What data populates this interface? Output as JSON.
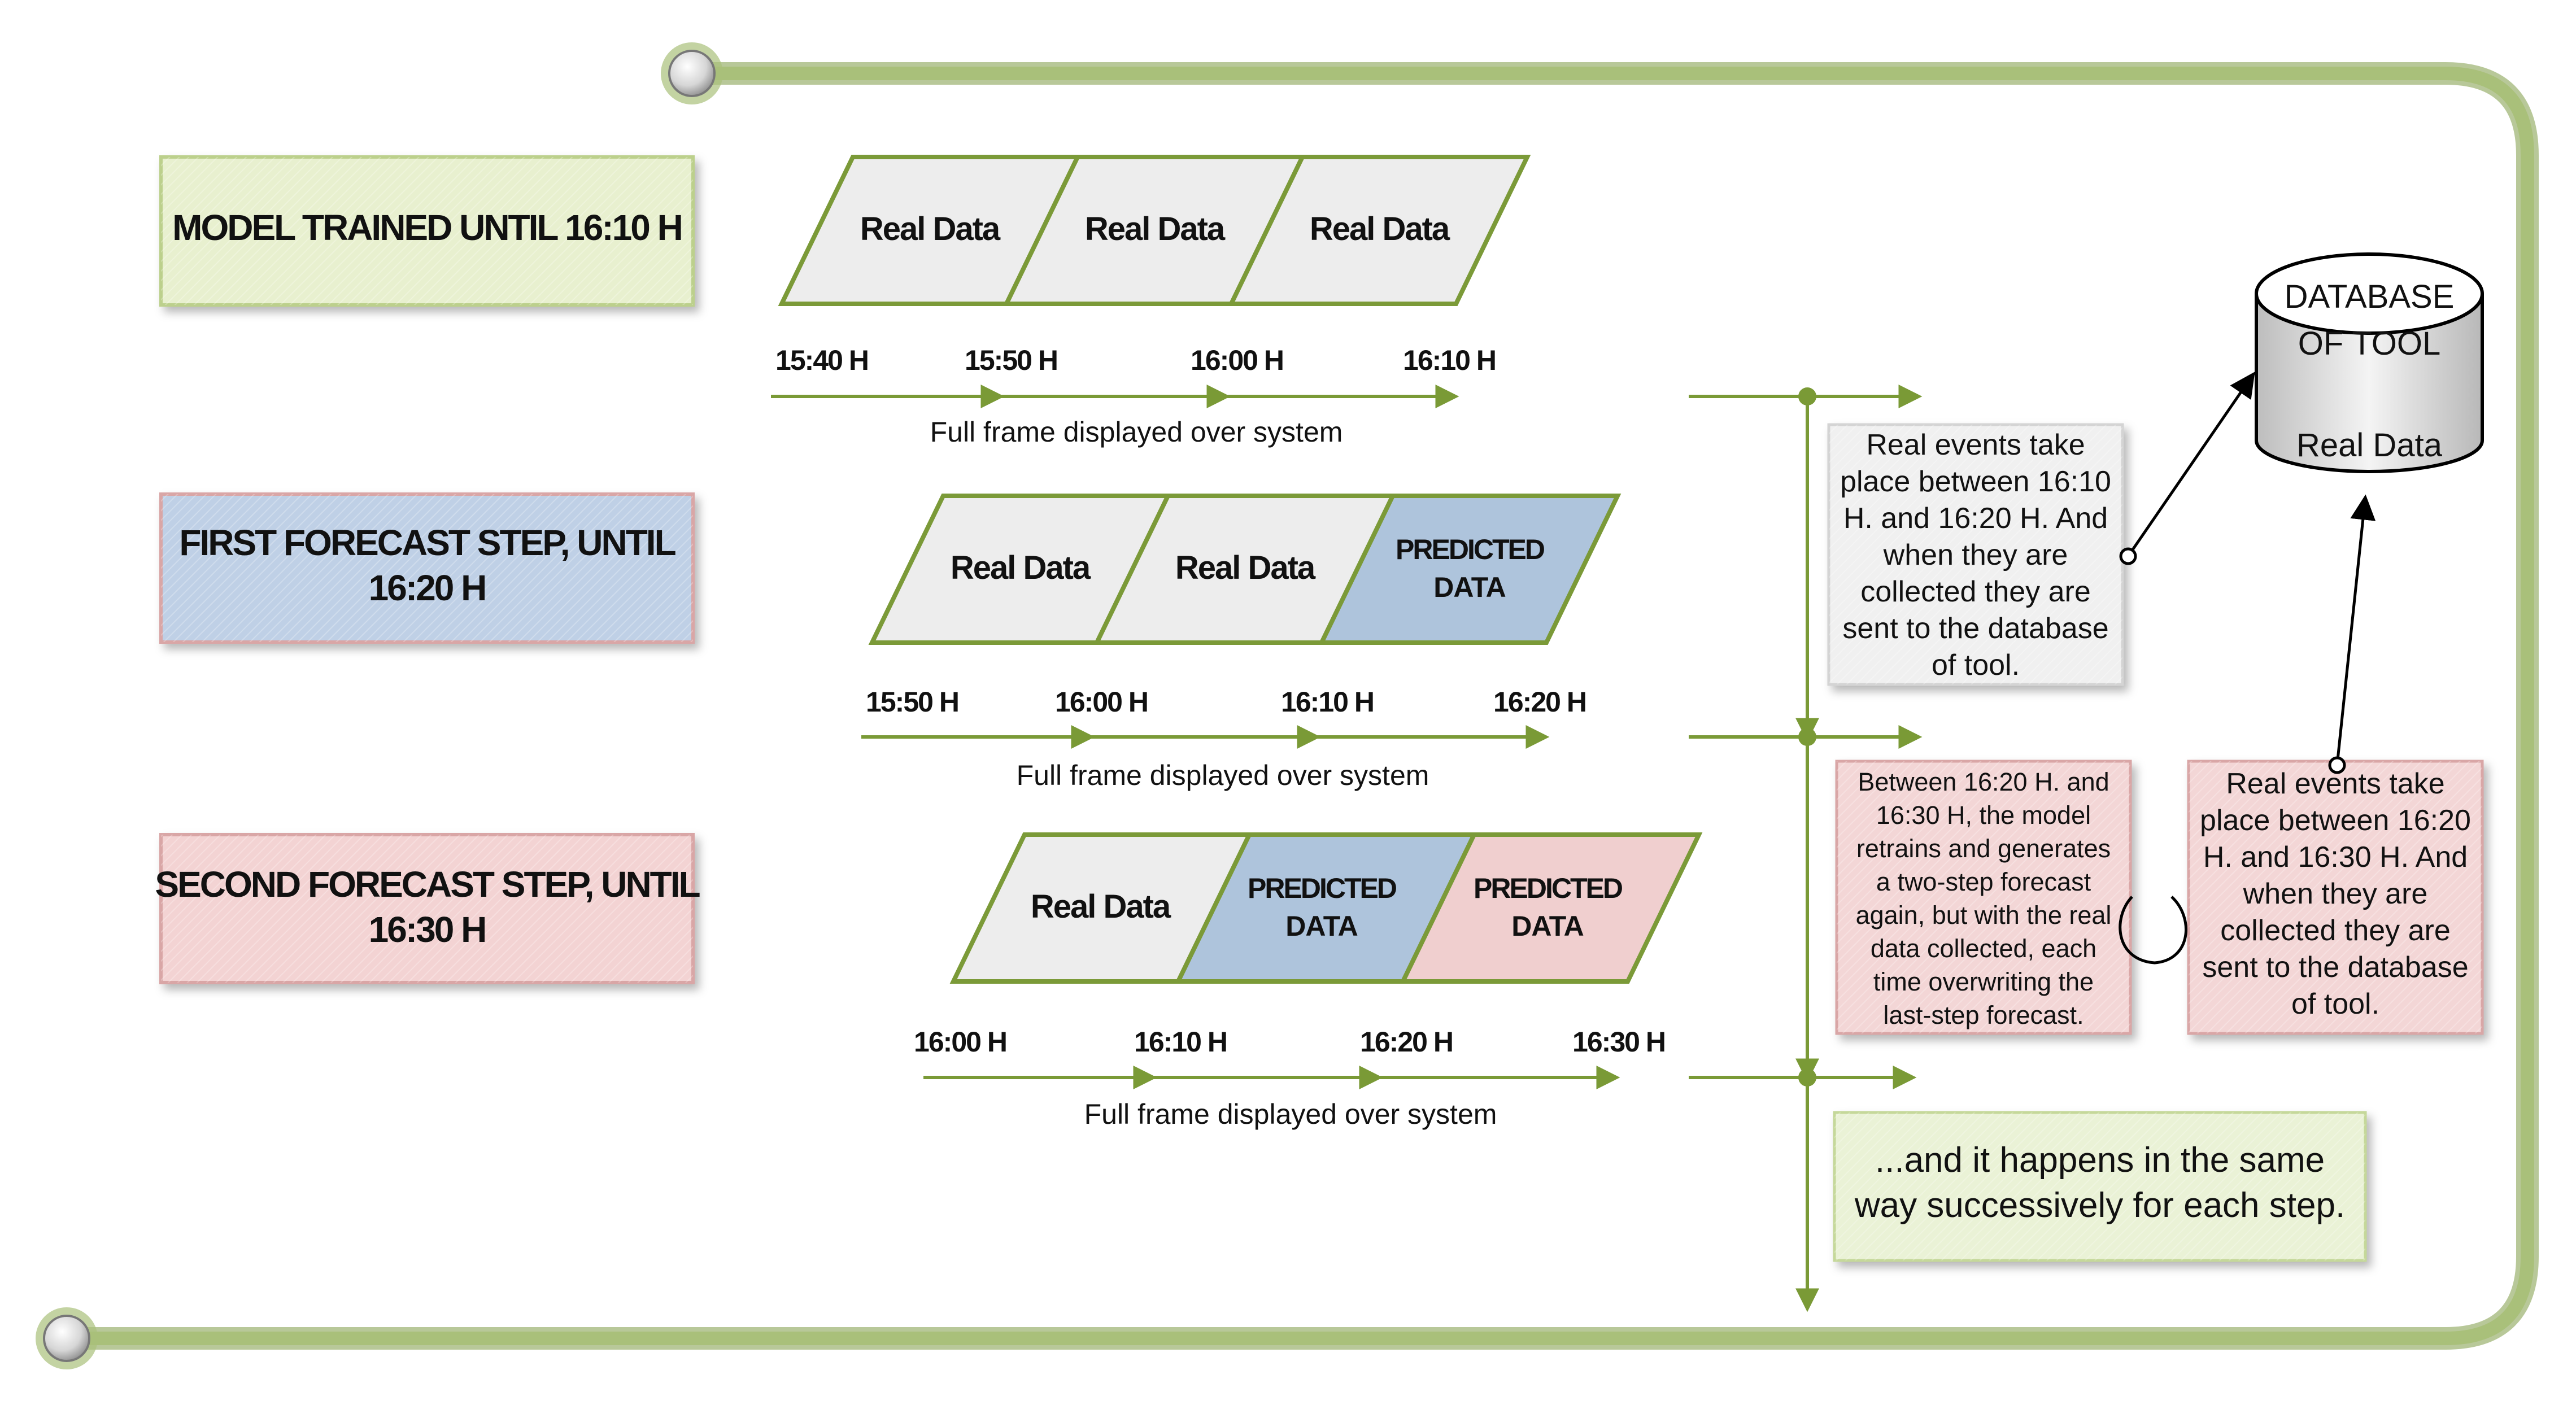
{
  "colors": {
    "track_green": "#9db565",
    "track_edge": "#7e9a45",
    "shape_border": "#7b9a38",
    "arrow_green": "#7a9a36",
    "real_fill": "#ededed",
    "pred_blue": "#aec4dc",
    "pred_pink": "#f0cfcf",
    "model_box": "#e8f0cf",
    "first_box": "#bfd0e6",
    "second_box": "#f3d3d3",
    "note_gray": "#f0f0f0",
    "note_pink": "#f3d6d6",
    "note_green": "#eaf2d6"
  },
  "steps": [
    {
      "label_lines": [
        "MODEL TRAINED UNTIL 16:10 H"
      ],
      "cells": [
        {
          "lines": [
            "Real Data"
          ],
          "kind": "real"
        },
        {
          "lines": [
            "Real Data"
          ],
          "kind": "real"
        },
        {
          "lines": [
            "Real Data"
          ],
          "kind": "real"
        }
      ],
      "ticks": [
        "15:40 H",
        "15:50 H",
        "16:00 H",
        "16:10 H"
      ],
      "caption": "Full frame displayed over system"
    },
    {
      "label_lines": [
        "FIRST FORECAST STEP, UNTIL",
        "16:20 H"
      ],
      "cells": [
        {
          "lines": [
            "Real Data"
          ],
          "kind": "real"
        },
        {
          "lines": [
            "Real Data"
          ],
          "kind": "real"
        },
        {
          "lines": [
            "PREDICTED",
            "DATA"
          ],
          "kind": "pred_blue"
        }
      ],
      "ticks": [
        "15:50 H",
        "16:00 H",
        "16:10 H",
        "16:20 H"
      ],
      "caption": "Full frame displayed over system"
    },
    {
      "label_lines": [
        "SECOND FORECAST STEP, UNTIL",
        "16:30 H"
      ],
      "cells": [
        {
          "lines": [
            "Real Data"
          ],
          "kind": "real"
        },
        {
          "lines": [
            "PREDICTED",
            "DATA"
          ],
          "kind": "pred_blue"
        },
        {
          "lines": [
            "PREDICTED",
            "DATA"
          ],
          "kind": "pred_pink"
        }
      ],
      "ticks": [
        "16:00 H",
        "16:10 H",
        "16:20 H",
        "16:30 H"
      ],
      "caption": "Full frame displayed over system"
    }
  ],
  "database": {
    "title_lines": [
      "DATABASE",
      "OF TOOL"
    ],
    "body": "Real Data"
  },
  "notes": {
    "real_events_1": [
      "Real events take",
      "place between 16:10",
      "H. and 16:20 H. And",
      "when they are",
      "collected they are",
      "sent to the database",
      "of tool."
    ],
    "retrain": [
      "Between 16:20 H. and",
      "16:30 H, the model",
      "retrains and generates",
      "a two-step forecast",
      "again, but with the real",
      "data collected, each",
      "time overwriting the",
      "last-step forecast."
    ],
    "real_events_2": [
      "Real events take",
      "place between 16:20",
      "H. and 16:30 H. And",
      "when they are",
      "collected they are",
      "sent to the database",
      "of tool."
    ],
    "successive": [
      "...and it happens in the same",
      "way successively for each step."
    ]
  }
}
